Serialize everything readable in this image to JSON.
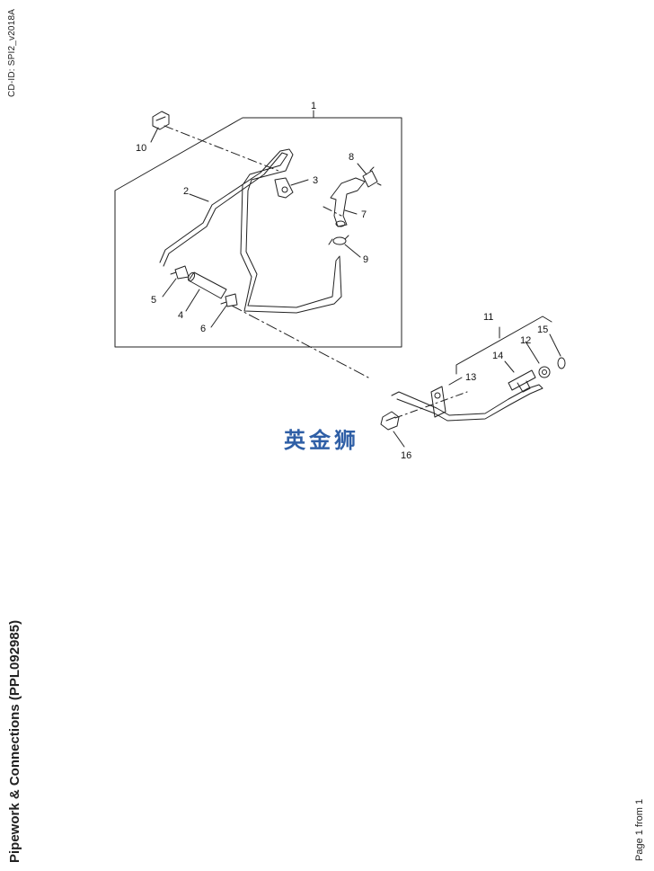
{
  "header": {
    "cd_id": "CD-ID: SPI2_v2018A"
  },
  "footer": {
    "title": "Pipework & Connections (PPL092985)",
    "page_label": "Page 1 from 1"
  },
  "watermark": {
    "text": "英金狮",
    "color": "#2f5fa6"
  },
  "diagram": {
    "callouts": [
      "1",
      "2",
      "3",
      "4",
      "5",
      "6",
      "7",
      "8",
      "9",
      "10",
      "11",
      "12",
      "13",
      "14",
      "15",
      "16"
    ]
  }
}
